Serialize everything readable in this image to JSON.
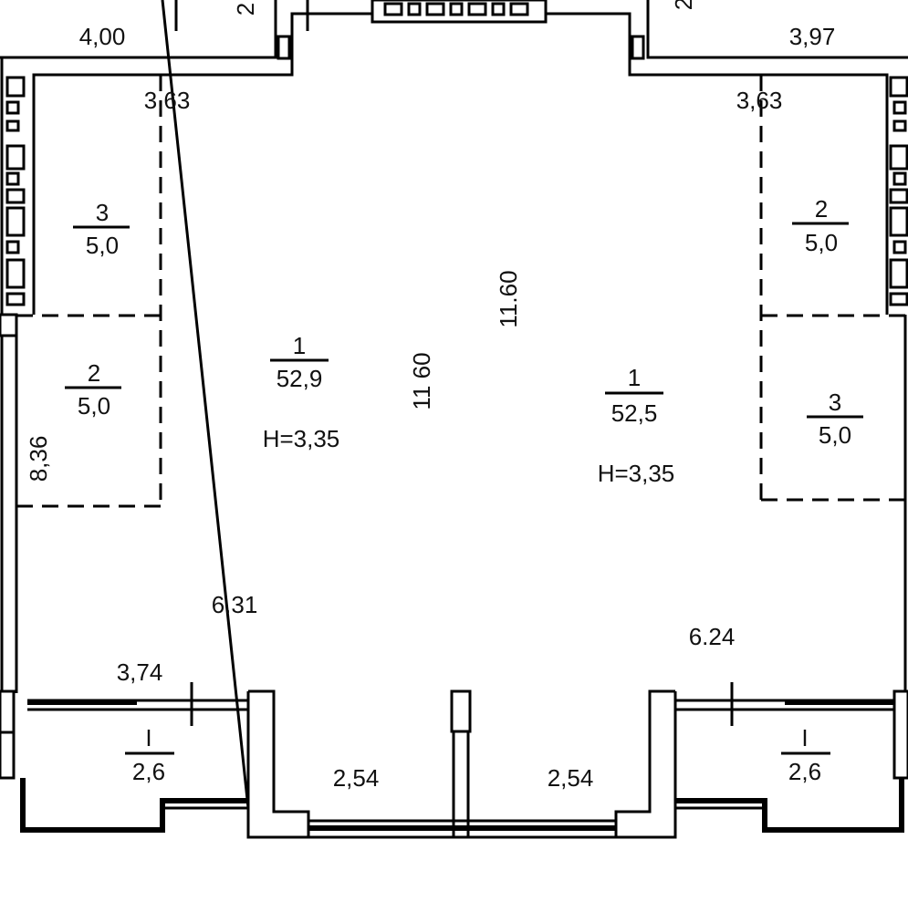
{
  "plan": {
    "dims": {
      "top_left": "4,00",
      "top_right": "3,97",
      "top_left_cut": "2",
      "top_right_cut": "2",
      "left_niche": "3,63",
      "right_niche": "3,63",
      "height_left": "11 60",
      "height_right": "11.60",
      "left_side": "8,36",
      "width_left": "6.31",
      "width_right": "6.24",
      "balcony_left": "3,74",
      "bay_left": "2,54",
      "bay_right": "2,54"
    },
    "rooms": [
      {
        "num": "3",
        "area": "5,0"
      },
      {
        "num": "2",
        "area": "5,0"
      },
      {
        "num": "2",
        "area": "5,0"
      },
      {
        "num": "3",
        "area": "5,0"
      },
      {
        "num": "1",
        "area": "52,9",
        "height": "H=3,35"
      },
      {
        "num": "1",
        "area": "52,5",
        "height": "H=3,35"
      },
      {
        "num": "I",
        "area": "2,6"
      },
      {
        "num": "I",
        "area": "2,6"
      }
    ]
  }
}
